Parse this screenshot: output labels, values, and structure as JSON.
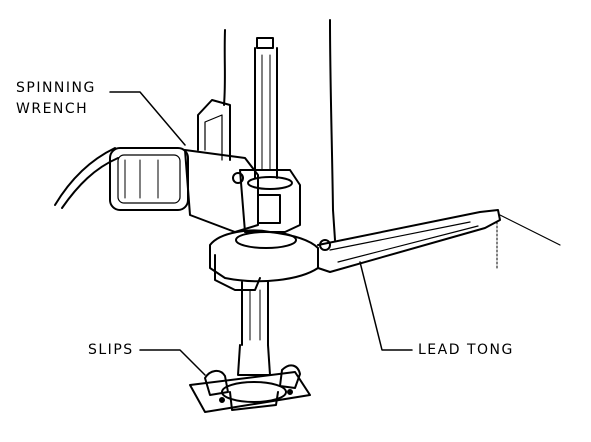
{
  "labels": {
    "spinning_line1": "SPINNING",
    "spinning_line2": "WRENCH",
    "slips": "SLIPS",
    "lead_tong": "LEAD TONG"
  },
  "colors": {
    "ink": "#000000",
    "paper": "#ffffff"
  }
}
